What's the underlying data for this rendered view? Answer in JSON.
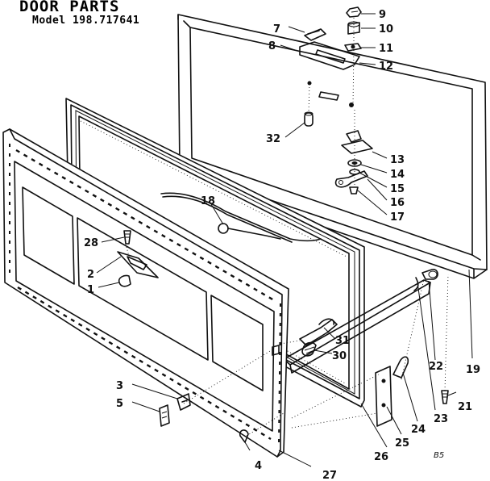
{
  "header": {
    "title": "DOOR PARTS",
    "model": "Model 198.717641"
  },
  "callouts": [
    "1",
    "2",
    "3",
    "4",
    "5",
    "7",
    "8",
    "9",
    "10",
    "11",
    "12",
    "13",
    "14",
    "15",
    "16",
    "17",
    "18",
    "19",
    "21",
    "22",
    "23",
    "24",
    "25",
    "26",
    "27",
    "28",
    "30",
    "31",
    "32"
  ],
  "drawing_code": "B5"
}
